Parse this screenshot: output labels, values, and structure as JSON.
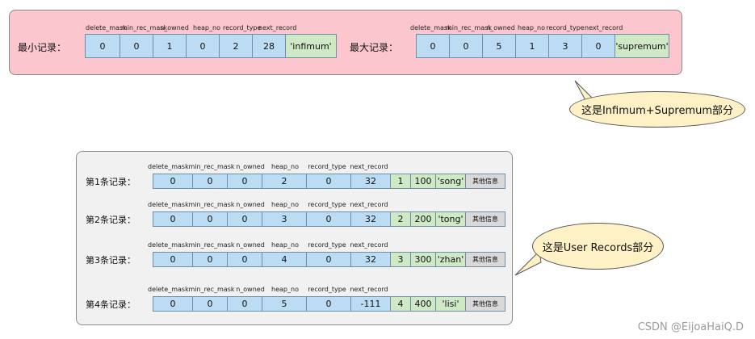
{
  "top": {
    "min_label": "最小记录：",
    "max_label": "最大记录：",
    "headers": [
      "delete_mask",
      "min_rec_mask",
      "n_owned",
      "heap_no",
      "record_type",
      "next_record"
    ],
    "min_values": [
      "0",
      "0",
      "1",
      "0",
      "2",
      "28"
    ],
    "min_name": "'infimum'",
    "max_values": [
      "0",
      "0",
      "5",
      "1",
      "3",
      "0"
    ],
    "max_name": "'supremum'"
  },
  "bubble1": "这是Infimum+Supremum部分",
  "bubble2": "这是User Records部分",
  "user": {
    "headers": [
      "delete_mask",
      "min_rec_mask",
      "n_owned",
      "heap_no",
      "record_type",
      "next_record"
    ],
    "rows": [
      {
        "label": "第1条记录：",
        "values": [
          "0",
          "0",
          "0",
          "2",
          "0",
          "32"
        ],
        "c1": "1",
        "c2": "100",
        "c3": "'song'",
        "other": "其他信息"
      },
      {
        "label": "第2条记录：",
        "values": [
          "0",
          "0",
          "0",
          "3",
          "0",
          "32"
        ],
        "c1": "2",
        "c2": "200",
        "c3": "'tong'",
        "other": "其他信息"
      },
      {
        "label": "第3条记录：",
        "values": [
          "0",
          "0",
          "0",
          "4",
          "0",
          "32"
        ],
        "c1": "3",
        "c2": "300",
        "c3": "'zhan'",
        "other": "其他信息"
      },
      {
        "label": "第4条记录：",
        "values": [
          "0",
          "0",
          "0",
          "5",
          "0",
          "-111"
        ],
        "c1": "4",
        "c2": "400",
        "c3": "'lisi'",
        "other": "其他信息"
      }
    ]
  },
  "watermark": "CSDN @EijoaHaiQ.D"
}
